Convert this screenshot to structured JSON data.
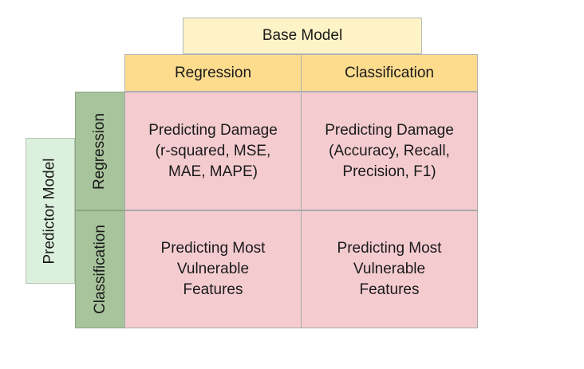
{
  "base_model": {
    "label": "Base Model"
  },
  "columns": [
    {
      "label": "Regression"
    },
    {
      "label": "Classification"
    }
  ],
  "predictor_model": {
    "label": "Predictor Model"
  },
  "rows": [
    {
      "label": "Regression"
    },
    {
      "label": "Classification"
    }
  ],
  "cells": {
    "regression_regression": [
      "Predicting Damage",
      "(r-squared, MSE,",
      "MAE, MAPE)"
    ],
    "regression_classification": [
      "Predicting Damage",
      "(Accuracy, Recall,",
      "Precision, F1)"
    ],
    "classification_regression": [
      "Predicting Most",
      "Vulnerable",
      "Features"
    ],
    "classification_classification": [
      "Predicting Most",
      "Vulnerable",
      "Features"
    ]
  },
  "colors": {
    "base_model_fill": "#fdf3c6",
    "column_header_fill": "#fddc8e",
    "predictor_model_fill": "#dbf1dd",
    "row_header_fill": "#a7c49c",
    "cell_fill": "#f4ccd0"
  }
}
